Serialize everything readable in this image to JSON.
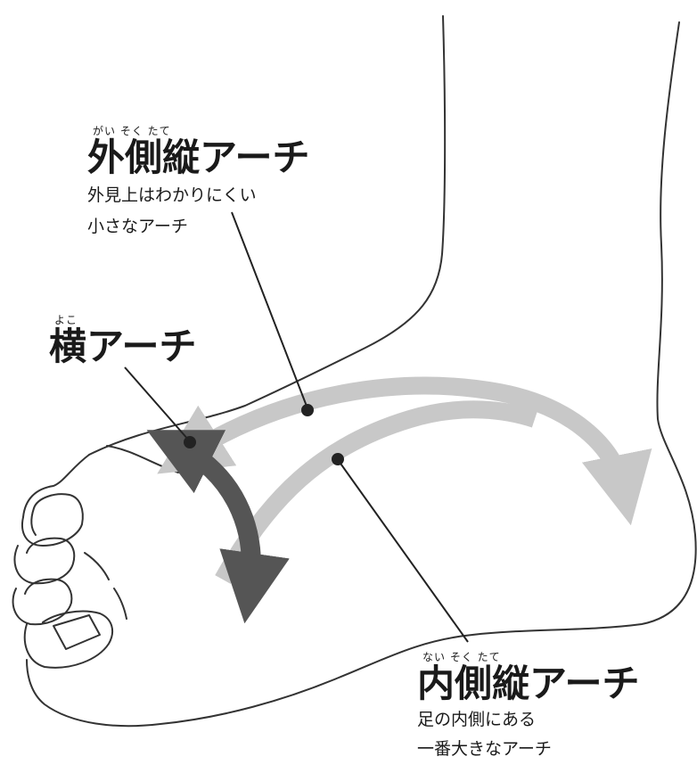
{
  "labels": {
    "outer": {
      "ruby": "がい  そく たて",
      "title": "外側縦アーチ",
      "desc_line1": "外見上はわかりにくい",
      "desc_line2": "小さなアーチ"
    },
    "transverse": {
      "ruby": "よこ",
      "title": "横アーチ"
    },
    "inner": {
      "ruby": "ない  そく たて",
      "title": "内側縦アーチ",
      "desc_line1": "足の内側にある",
      "desc_line2": "一番大きなアーチ"
    }
  },
  "colors": {
    "outline": "#333333",
    "light_arrow": "#c8c8c8",
    "dark_arrow": "#555555",
    "leader": "#222222"
  }
}
